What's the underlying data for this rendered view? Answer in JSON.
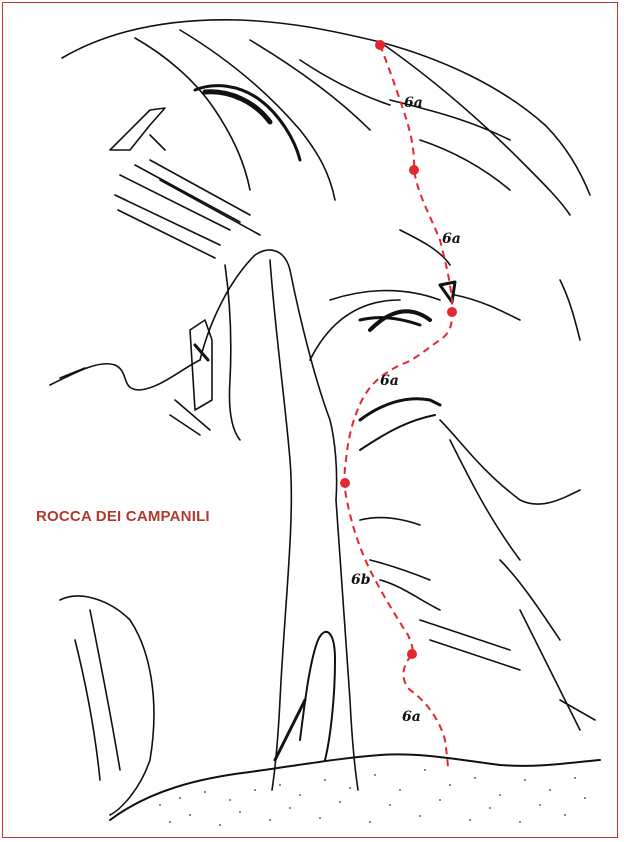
{
  "crag_name": "ROCCA DEI CAMPANILI",
  "route": {
    "pitches": [
      {
        "grade": "6a"
      },
      {
        "grade": "6a"
      },
      {
        "grade": "6a"
      },
      {
        "grade": "6b"
      },
      {
        "grade": "6a"
      }
    ],
    "line_color": "#e0282e",
    "belay_color": "#e0282e"
  },
  "colors": {
    "frame": "#c0392b",
    "title": "#b03a2e",
    "ink": "#111111"
  }
}
